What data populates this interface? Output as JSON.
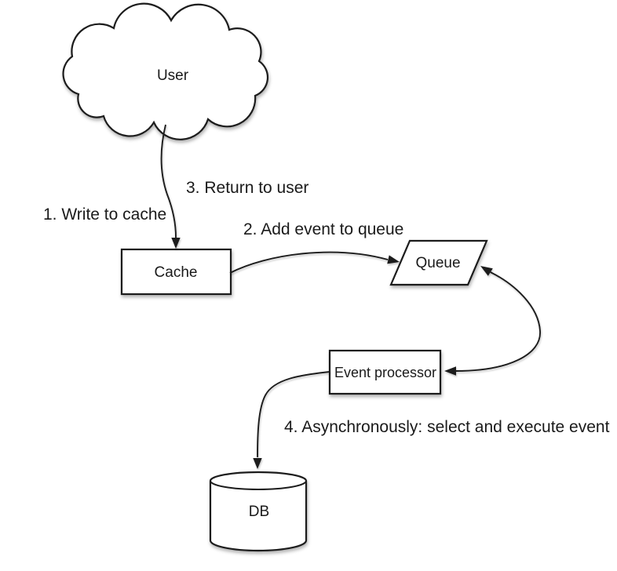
{
  "diagram": {
    "nodes": {
      "user": {
        "label": "User",
        "shape": "cloud"
      },
      "cache": {
        "label": "Cache",
        "shape": "rectangle"
      },
      "queue": {
        "label": "Queue",
        "shape": "parallelogram"
      },
      "event_processor": {
        "label": "Event processor",
        "shape": "rectangle"
      },
      "db": {
        "label": "DB",
        "shape": "cylinder"
      }
    },
    "annotations": {
      "step1": "1. Write to cache",
      "step2": "2. Add event to queue",
      "step3": "3. Return to user",
      "step4": "4. Asynchronously: select and execute event"
    },
    "edges": [
      {
        "from": "user",
        "to": "cache",
        "direction": "one-way"
      },
      {
        "from": "cache",
        "to": "queue",
        "direction": "one-way"
      },
      {
        "from": "queue",
        "to": "event_processor",
        "direction": "two-way"
      },
      {
        "from": "event_processor",
        "to": "db",
        "direction": "one-way"
      }
    ]
  },
  "colors": {
    "stroke": "#1c1c1c",
    "text": "#1a1a1a",
    "background": "#ffffff"
  }
}
